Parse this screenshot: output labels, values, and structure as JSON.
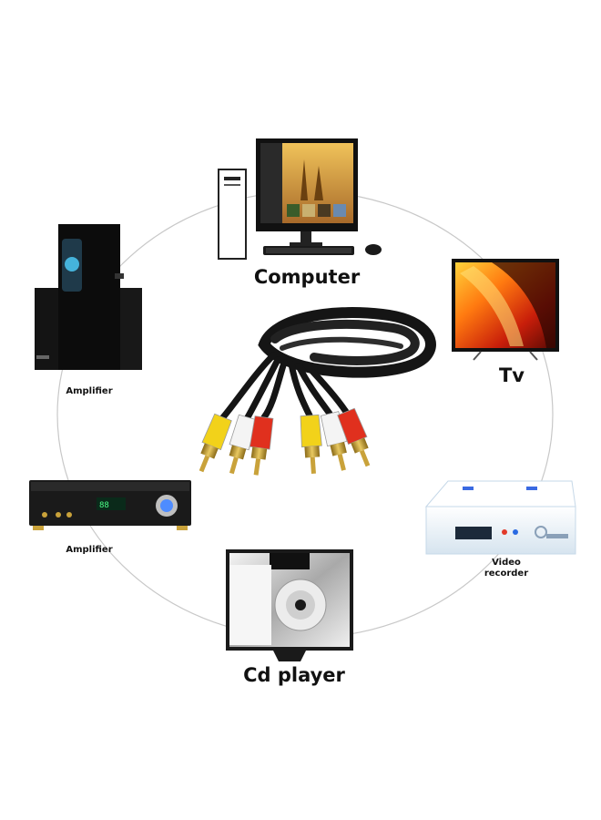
{
  "devices": {
    "computer": {
      "label": "Computer",
      "icon": "computer-icon"
    },
    "tv": {
      "label": "Tv",
      "icon": "tv-icon"
    },
    "amplifier_speakers": {
      "label": "Amplifier",
      "icon": "speaker-system-icon"
    },
    "amplifier_receiver": {
      "label": "Amplifier",
      "icon": "av-receiver-icon"
    },
    "video_recorder": {
      "label_line1": "Video",
      "label_line2": "recorder",
      "icon": "set-top-box-icon"
    },
    "cd_player": {
      "label": "Cd player",
      "icon": "cd-player-icon"
    }
  },
  "cable": {
    "icon": "rca-cable-icon",
    "plug_colors": [
      "#f2d21a",
      "#f4f4f4",
      "#e0301e"
    ]
  },
  "colors": {
    "background": "#ffffff",
    "circle": "#c8c8c8",
    "text": "#111111",
    "cable": "#151515",
    "gold": "#c9a23a"
  }
}
